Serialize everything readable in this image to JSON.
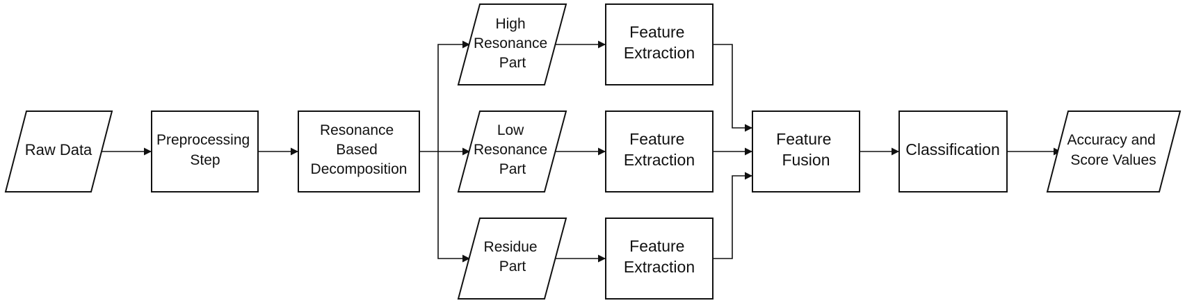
{
  "diagram": {
    "nodes": {
      "raw_data": {
        "lines": [
          "Raw Data"
        ]
      },
      "preprocessing": {
        "lines": [
          "Preprocessing",
          "Step"
        ]
      },
      "decomposition": {
        "lines": [
          "Resonance",
          "Based",
          "Decomposition"
        ]
      },
      "high_resonance": {
        "lines": [
          "High",
          "Resonance",
          "Part"
        ]
      },
      "low_resonance": {
        "lines": [
          "Low",
          "Resonance",
          "Part"
        ]
      },
      "residue": {
        "lines": [
          "Residue",
          "Part"
        ]
      },
      "feature_extraction_1": {
        "lines": [
          "Feature",
          "Extraction"
        ]
      },
      "feature_extraction_2": {
        "lines": [
          "Feature",
          "Extraction"
        ]
      },
      "feature_extraction_3": {
        "lines": [
          "Feature",
          "Extraction"
        ]
      },
      "feature_fusion": {
        "lines": [
          "Feature",
          "Fusion"
        ]
      },
      "classification": {
        "lines": [
          "Classification"
        ]
      },
      "accuracy": {
        "lines": [
          "Accuracy and",
          "Score Values"
        ]
      }
    },
    "edges": [
      [
        "raw_data",
        "preprocessing"
      ],
      [
        "preprocessing",
        "decomposition"
      ],
      [
        "decomposition",
        "high_resonance"
      ],
      [
        "decomposition",
        "low_resonance"
      ],
      [
        "decomposition",
        "residue"
      ],
      [
        "high_resonance",
        "feature_extraction_1"
      ],
      [
        "low_resonance",
        "feature_extraction_2"
      ],
      [
        "residue",
        "feature_extraction_3"
      ],
      [
        "feature_extraction_1",
        "feature_fusion"
      ],
      [
        "feature_extraction_2",
        "feature_fusion"
      ],
      [
        "feature_extraction_3",
        "feature_fusion"
      ],
      [
        "feature_fusion",
        "classification"
      ],
      [
        "classification",
        "accuracy"
      ]
    ]
  }
}
